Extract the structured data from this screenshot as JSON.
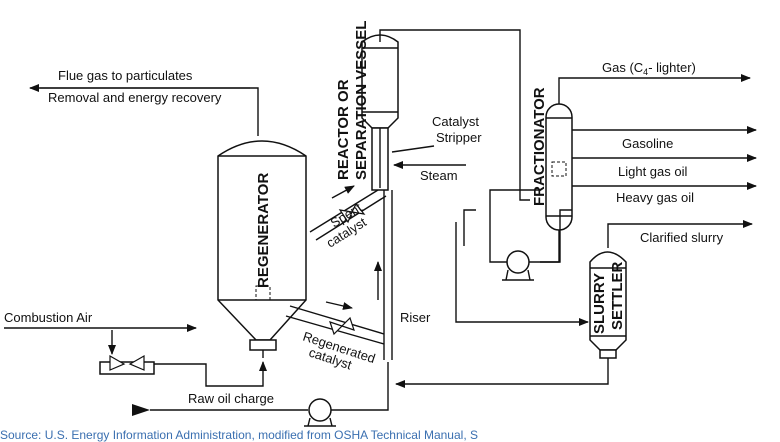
{
  "labels": {
    "flue_gas_line1": "Flue gas to particulates",
    "flue_gas_line2": "Removal and energy recovery",
    "reactor_line1": "REACTOR OR",
    "reactor_line2": "SEPARATION VESSEL",
    "fractionator": "FRACTIONATOR",
    "regenerator": "REGENERATOR",
    "slurry_line1": "SLURRY",
    "slurry_line2": "SETTLER",
    "catalyst_stripper_line1": "Catalyst",
    "catalyst_stripper_line2": "Stripper",
    "steam": "Steam",
    "gas_main": "Gas (C",
    "gas_sub": "4",
    "gas_tail": "- lighter)",
    "gasoline": "Gasoline",
    "light_gas_oil": "Light gas oil",
    "heavy_gas_oil": "Heavy gas oil",
    "clarified_slurry": "Clarified slurry",
    "spent_catalyst_line1": "Spent",
    "spent_catalyst_line2": "catalyst",
    "regenerated_catalyst_line1": "Regenerated",
    "regenerated_catalyst_line2": "catalyst",
    "riser": "Riser",
    "combustion_air": "Combustion Air",
    "raw_oil_charge": "Raw oil charge"
  },
  "caption": "Source: U.S. Energy Information Administration, modified from OSHA Technical Manual, S"
}
